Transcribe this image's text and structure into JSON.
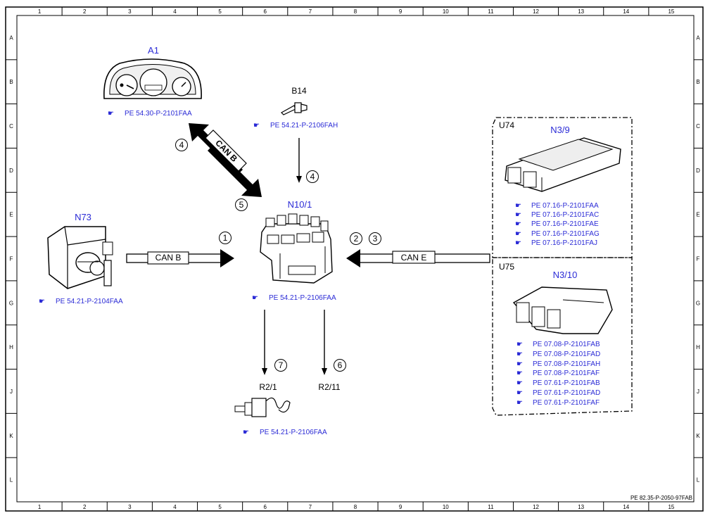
{
  "grid": {
    "columns": [
      "1",
      "2",
      "3",
      "4",
      "5",
      "6",
      "7",
      "8",
      "9",
      "10",
      "11",
      "12",
      "13",
      "14",
      "15"
    ],
    "rows": [
      "A",
      "B",
      "C",
      "D",
      "E",
      "F",
      "G",
      "H",
      "J",
      "K",
      "L"
    ]
  },
  "components": {
    "a1": {
      "label": "A1",
      "refs": [
        "PE 54.30-P-2101FAA"
      ]
    },
    "b14": {
      "label": "B14",
      "refs": [
        "PE 54.21-P-2106FAH"
      ]
    },
    "n10_1": {
      "label": "N10/1",
      "refs": [
        "PE 54.21-P-2106FAA"
      ]
    },
    "n73": {
      "label": "N73",
      "refs": [
        "PE 54.21-P-2104FAA"
      ]
    },
    "r2_1": {
      "label": "R2/1",
      "refs": [
        "PE 54.21-P-2106FAA"
      ]
    },
    "r2_11": {
      "label": "R2/11"
    },
    "u74": {
      "label": "U74",
      "sublabel": "N3/9",
      "refs": [
        "PE 07.16-P-2101FAA",
        "PE 07.16-P-2101FAC",
        "PE 07.16-P-2101FAE",
        "PE 07.16-P-2101FAG",
        "PE 07.16-P-2101FAJ"
      ]
    },
    "u75": {
      "label": "U75",
      "sublabel": "N3/10",
      "refs": [
        "PE 07.08-P-2101FAB",
        "PE 07.08-P-2101FAD",
        "PE 07.08-P-2101FAH",
        "PE 07.08-P-2101FAF",
        "PE 07.61-P-2101FAB",
        "PE 07.61-P-2101FAD",
        "PE 07.61-P-2101FAF"
      ]
    }
  },
  "buses": {
    "can_b_left": "CAN B",
    "can_b_diag": "CAN B",
    "can_e": "CAN E"
  },
  "callouts": [
    "1",
    "2",
    "3",
    "4",
    "4",
    "5",
    "6",
    "7"
  ],
  "footer": "PE 82.35-P-2050-97FAB"
}
